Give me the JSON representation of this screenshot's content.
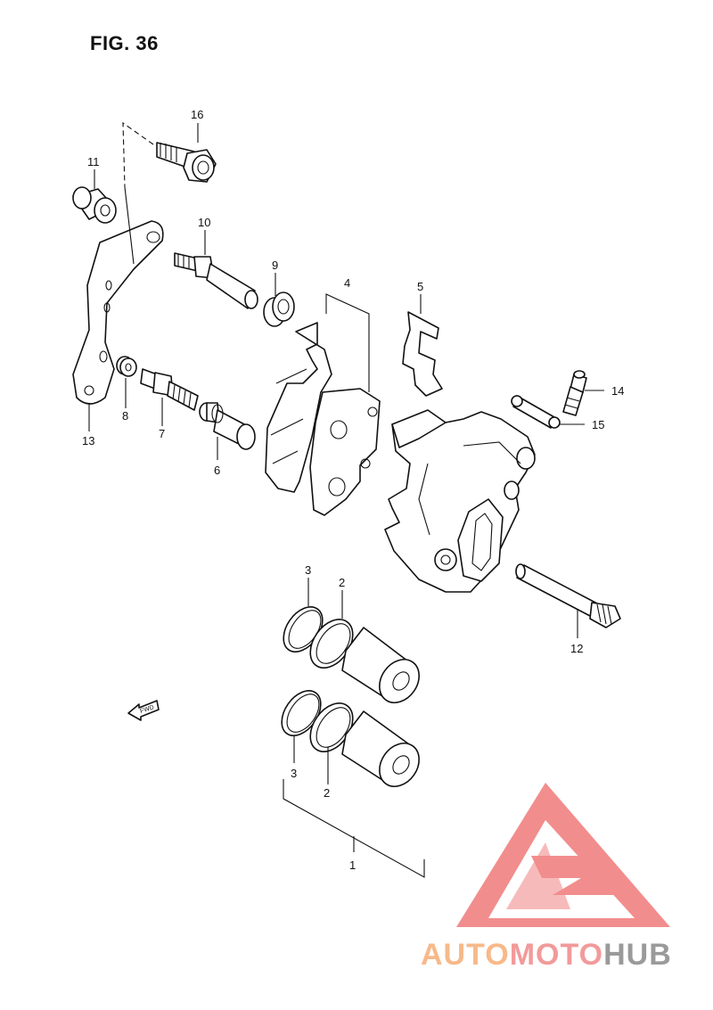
{
  "figure": {
    "title": "FIG. 36"
  },
  "callouts": [
    {
      "id": "c16",
      "label": "16"
    },
    {
      "id": "c11",
      "label": "11"
    },
    {
      "id": "c10",
      "label": "10"
    },
    {
      "id": "c9",
      "label": "9"
    },
    {
      "id": "c4",
      "label": "4"
    },
    {
      "id": "c5",
      "label": "5"
    },
    {
      "id": "c14",
      "label": "14"
    },
    {
      "id": "c15",
      "label": "15"
    },
    {
      "id": "c13",
      "label": "13"
    },
    {
      "id": "c8",
      "label": "8"
    },
    {
      "id": "c7",
      "label": "7"
    },
    {
      "id": "c6",
      "label": "6"
    },
    {
      "id": "c12",
      "label": "12"
    },
    {
      "id": "c3a",
      "label": "3"
    },
    {
      "id": "c2a",
      "label": "2"
    },
    {
      "id": "c3b",
      "label": "3"
    },
    {
      "id": "c2b",
      "label": "2"
    },
    {
      "id": "c1",
      "label": "1"
    }
  ],
  "direction_arrow": {
    "label": "FWD",
    "icon": "forward-arrow-icon"
  },
  "watermark": {
    "brand": "AUTOMOTOHUB",
    "parts": [
      "AUTO",
      "MOTO",
      "HUB"
    ],
    "colors": {
      "auto": "#f7b98a",
      "moto": "#f29a9a",
      "hub": "#9a9a9a",
      "logo": "#f07a7a"
    }
  }
}
